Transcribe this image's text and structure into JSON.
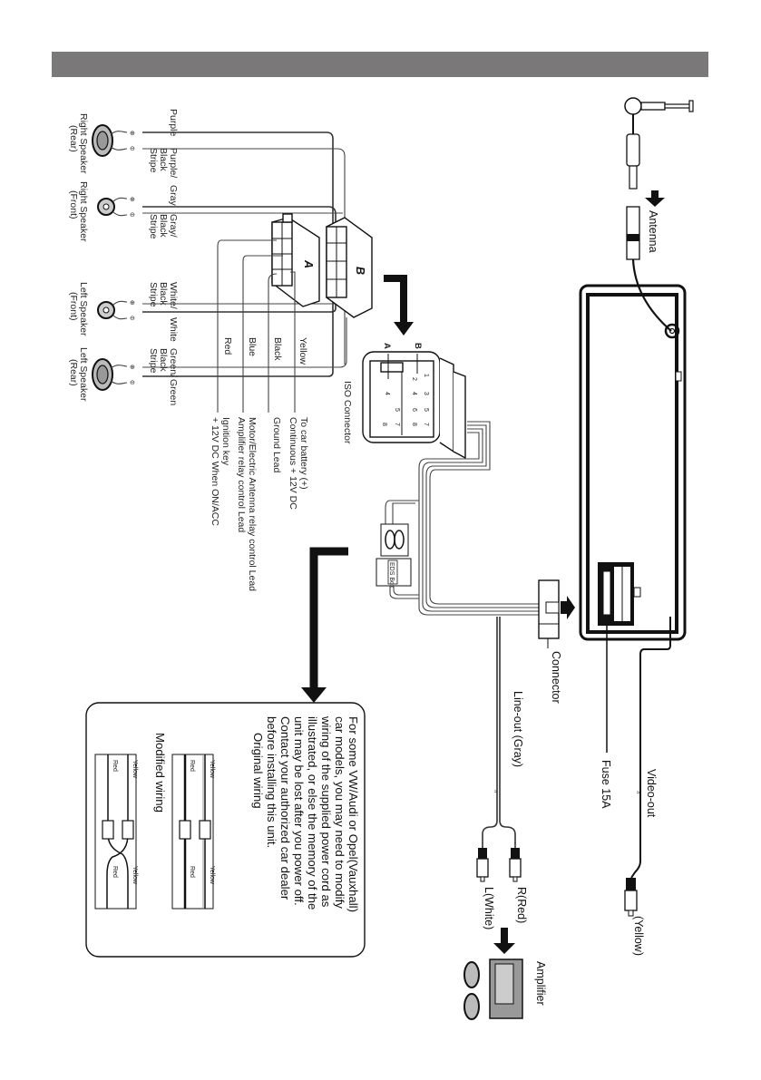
{
  "page": {
    "orientation": "rotated-90-clockwise",
    "header_bar_color": "#7a7878"
  },
  "speakers": [
    {
      "name": "Right Speaker",
      "position": "(Rear)",
      "wire_plus": "Purple",
      "wire_minus": "Purple/ Black Stripe",
      "wire_minus_lines": [
        "Purple/",
        "Black",
        "Stripe"
      ],
      "type": "oval"
    },
    {
      "name": "Right Speaker",
      "position": "(Front)",
      "wire_plus": "Gray",
      "wire_minus": "Gray/ Black Stripe",
      "wire_minus_lines": [
        "Gray/",
        "Black",
        "Stripe"
      ],
      "type": "round"
    },
    {
      "name": "Left Speaker",
      "position": "(Front)",
      "wire_plus": "White",
      "wire_minus": "White/ Black Stripe",
      "wire_minus_lines": [
        "White/",
        "Black",
        "Stripe"
      ],
      "type": "round"
    },
    {
      "name": "Left Speaker",
      "position": "(Rear)",
      "wire_plus": "Green",
      "wire_minus": "Green/ Black Stripe",
      "wire_minus_lines": [
        "Green/",
        "Black",
        "Stripe"
      ],
      "type": "oval"
    }
  ],
  "power_leads": [
    {
      "color": "Yellow",
      "description_lines": [
        "To car battery (+)",
        "Continuous + 12V DC"
      ]
    },
    {
      "color": "Black",
      "description_lines": [
        "Ground Lead"
      ]
    },
    {
      "color": "Blue",
      "description_lines": [
        "Motor/Electric Antenna relay control Lead",
        "Amplifier relay control Lead"
      ]
    },
    {
      "color": "Red",
      "description_lines": [
        "Ignition key",
        "+ 12V DC When ON/ACC"
      ]
    }
  ],
  "connectors": {
    "block_a_label": "A",
    "block_b_label": "B",
    "iso_connector_label": "ISO Connector",
    "iso_port_a": "A",
    "iso_port_b": "B",
    "iso_pins_a": [
      "4",
      "5",
      "8",
      "7"
    ],
    "iso_pins_b": [
      "1",
      "2",
      "3",
      "4",
      "5",
      "6",
      "7",
      "8"
    ],
    "main_connector_label": "Connector",
    "small_box_label": "EDS Box"
  },
  "unit": {
    "antenna_label": "Antenna",
    "fuse_label": "Fuse 15A",
    "video_out_label": "Video-out",
    "video_plug_label": "(Yellow)"
  },
  "line_out": {
    "label": "Line-out (Gray)",
    "right_plug": "R(Red)",
    "left_plug": "L(White)",
    "amplifier_label": "Amplifier"
  },
  "note_box": {
    "text_lines": [
      "For some VW/Audi or Opel(Vauxhall)",
      "car models, you may need to modify",
      "wiring of the supplied power cord as",
      "illustrated, or else the memory of the",
      "unit may be lost after you power off.",
      "Contact your authorized car dealer",
      "before installing this unit."
    ],
    "original_wiring_title": "Original wiring",
    "modified_wiring_title": "Modified wiring",
    "wire_yellow": "Yellow",
    "wire_red": "Red"
  }
}
